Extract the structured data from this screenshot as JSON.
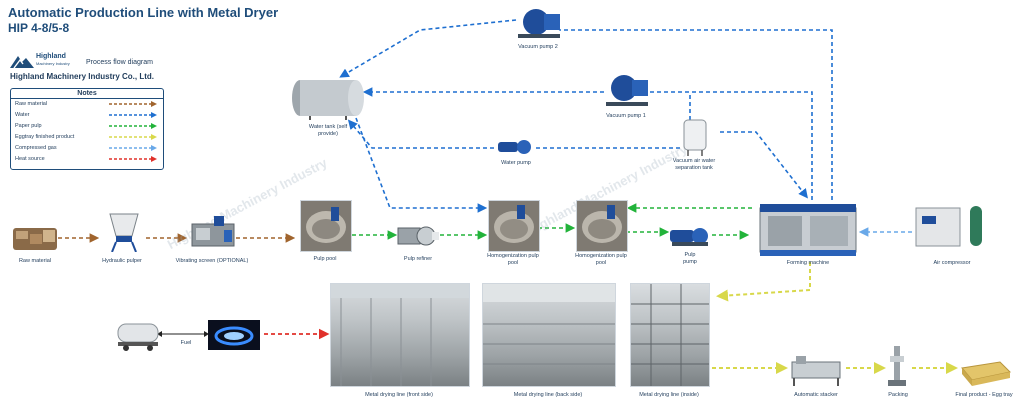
{
  "header": {
    "title": "Automatic Production Line with Metal Dryer",
    "model": "HIP 4-8/5-8",
    "brand_name": "Highland",
    "brand_tagline": "Machinery Industry",
    "diagram_type": "Process flow diagram",
    "company": "Highland Machinery Industry Co., Ltd."
  },
  "notes": {
    "title": "Notes",
    "items": [
      {
        "label": "Raw material",
        "color": "#a0642d"
      },
      {
        "label": "Water",
        "color": "#1e6fd0"
      },
      {
        "label": "Paper pulp",
        "color": "#22b33a"
      },
      {
        "label": "Eggtray finished product",
        "color": "#d8d84a"
      },
      {
        "label": "Compressed gas",
        "color": "#69a8e8"
      },
      {
        "label": "Heat source",
        "color": "#e0302a"
      }
    ]
  },
  "equipment": {
    "raw_material": "Raw material",
    "hydraulic_pulper": "Hydraulic pulper",
    "vibrating_screen": "Vibrating screen (OPTIONAL)",
    "pulp_pool": "Pulp pool",
    "pulp_refiner": "Pulp refiner",
    "homog_pool_1": "Homogenization pulp pool",
    "homog_pool_2": "Homogenization pulp pool",
    "pulp_pump": "Pulp pump",
    "forming_machine": "Forming machine",
    "air_compressor": "Air compressor",
    "water_tank": "Water tank (self provide)",
    "vacuum_pump_2": "Vacuum pump 2",
    "vacuum_pump_1": "Vacuum pump 1",
    "water_pump": "Water pump",
    "separation_tank": "Vacuum air water separation tank",
    "fuel": "Fuel",
    "dryer_front": "Metal drying line  (front side)",
    "dryer_back": "Metal drying line  (back side)",
    "dryer_inside": "Metal drying line  (inside)",
    "stacker": "Automatic stacker",
    "packing": "Packing",
    "final_product": "Final product - Egg tray"
  },
  "watermark": "Highland Machinery Industry"
}
